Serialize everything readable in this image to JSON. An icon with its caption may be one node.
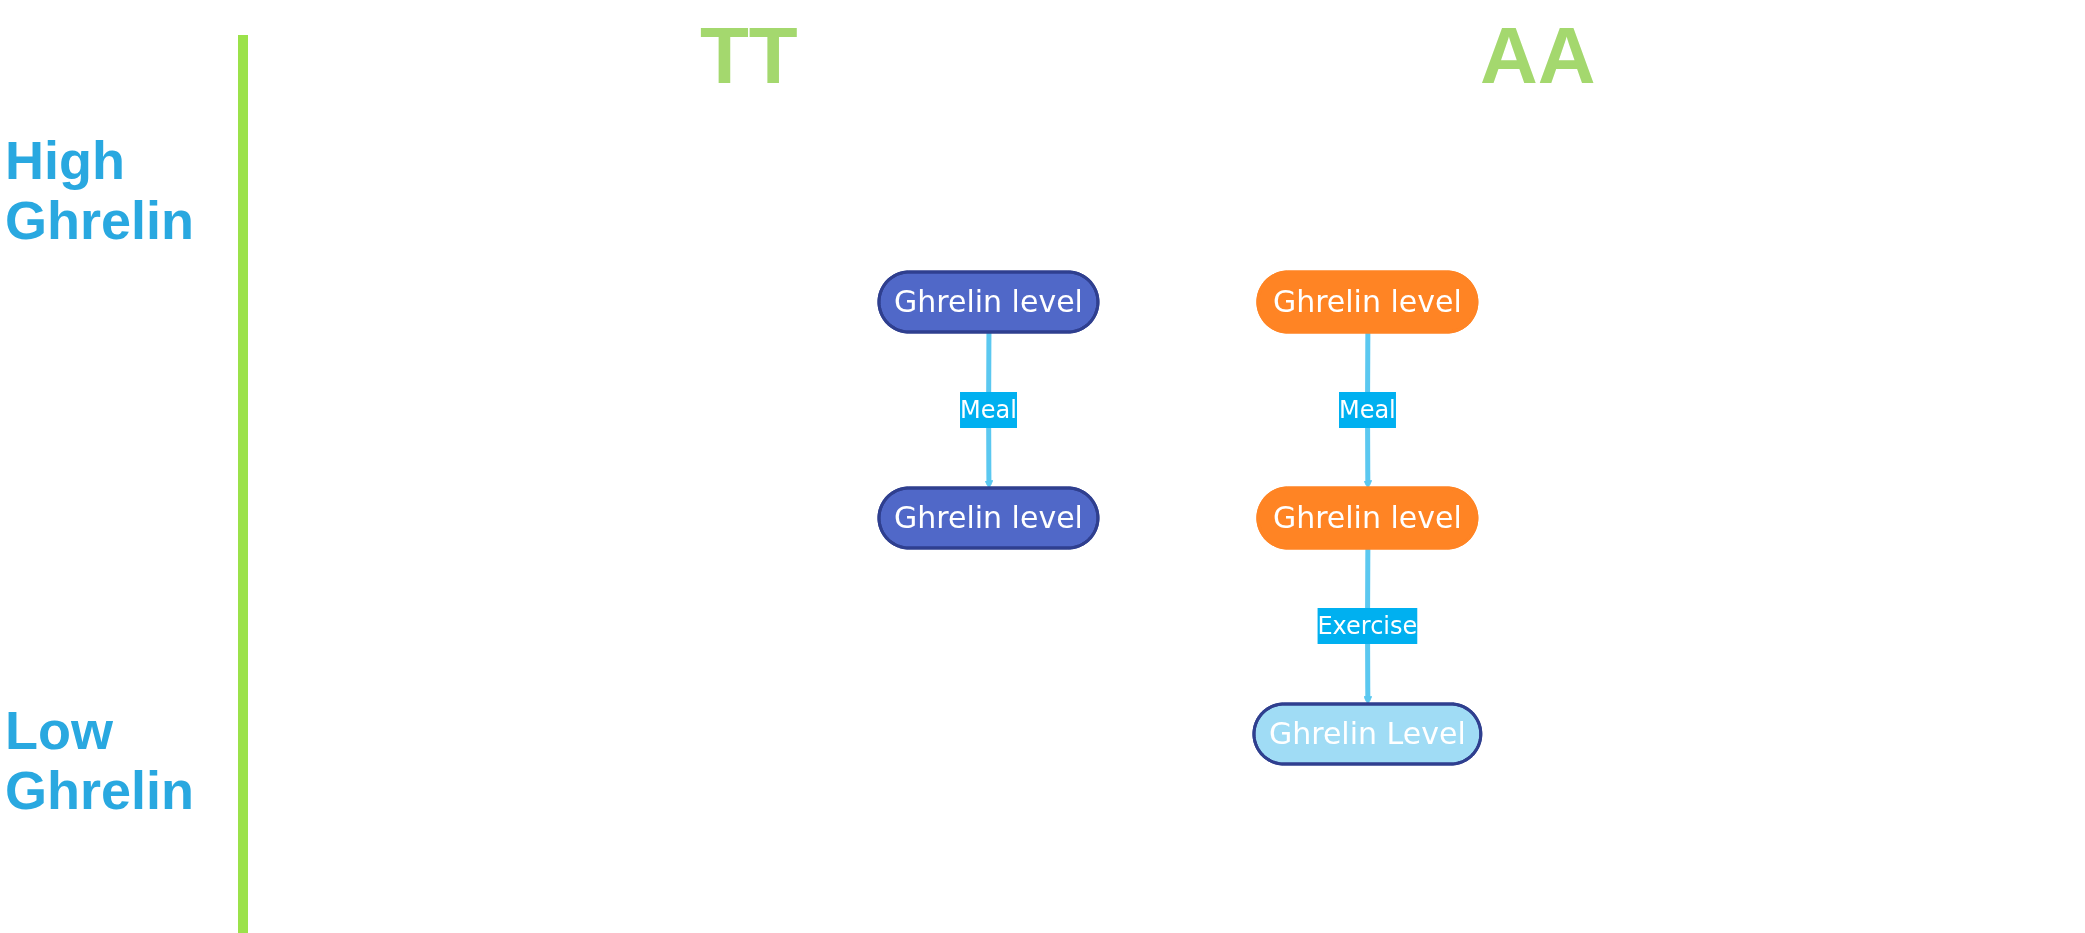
{
  "diagram": {
    "nodes": [
      {
        "text": [
          "Ghrelin level"
        ]
      },
      {
        "text": [
          "Ghrelin level"
        ]
      },
      {
        "text": [
          "Ghrelin level"
        ]
      },
      {
        "text": [
          "Ghrelin level"
        ]
      },
      {
        "text": [
          "Ghrelin Level"
        ]
      }
    ],
    "edges": [
      {
        "from": 0,
        "to": 1,
        "arrow": "to",
        "label": "Meal"
      },
      {
        "from": 2,
        "to": 3,
        "arrow": "to",
        "label": "Meal"
      },
      {
        "from": 3,
        "to": 4,
        "arrow": "to",
        "label": "Exercise"
      }
    ],
    "labels": [
      "TT",
      "AA",
      "High Ghrelin",
      "Low Ghrelin"
    ]
  }
}
